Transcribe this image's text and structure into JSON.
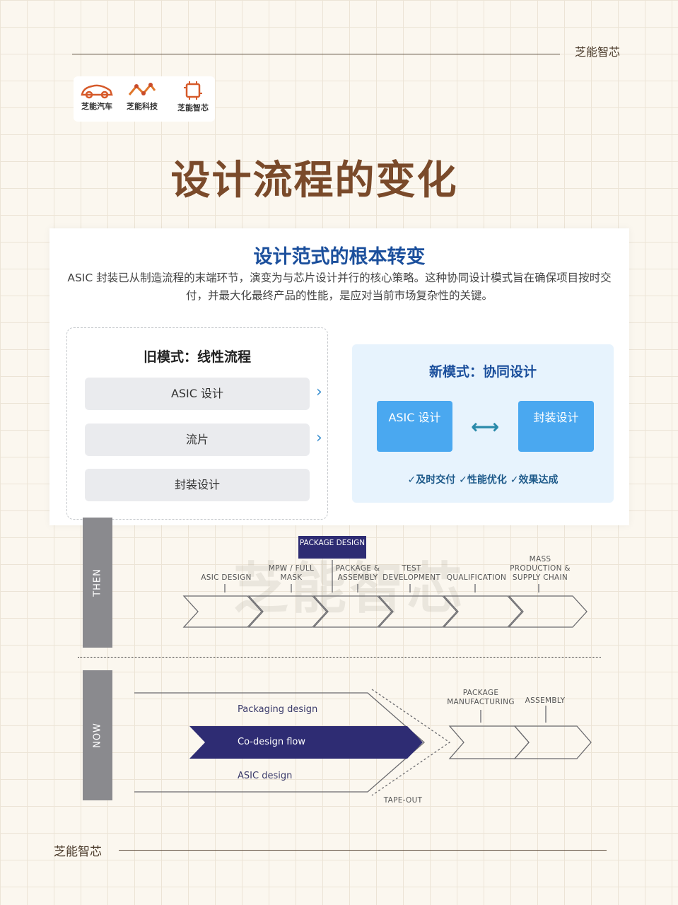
{
  "brand": {
    "top": "芝能智芯",
    "bottom": "芝能智芯"
  },
  "logos": [
    {
      "label": "芝能汽车"
    },
    {
      "label": "芝能科技"
    },
    {
      "label": "芝能智芯"
    }
  ],
  "page_title": "设计流程的变化",
  "card": {
    "title": "设计范式的根本转变",
    "description": "ASIC 封装已从制造流程的末端环节，演变为与芯片设计并行的核心策略。这种协同设计模式旨在确保项目按时交付，并最大化最终产品的性能，是应对当前市场复杂性的关键。",
    "old_model": {
      "title": "旧模式：线性流程",
      "steps": [
        "ASIC 设计",
        "流片",
        "封装设计"
      ],
      "chevron": "›"
    },
    "new_model": {
      "title": "新模式：协同设计",
      "left_box": "ASIC 设计",
      "right_box": "封装设计",
      "arrow": "⟷",
      "checks": "✓及时交付 ✓性能优化 ✓效果达成"
    }
  },
  "then_section": {
    "side_label": "THEN",
    "package_design": "PACKAGE DESIGN",
    "stages": [
      "ASIC DESIGN",
      "MPW / FULL MASK",
      "PACKAGE & ASSEMBLY",
      "TEST DEVELOPMENT",
      "QUALIFICATION",
      "MASS PRODUCTION & SUPPLY CHAIN"
    ]
  },
  "now_section": {
    "side_label": "NOW",
    "packaging_design": "Packaging design",
    "codesign": "Co-design flow",
    "asic_design": "ASIC design",
    "tape_out": "TAPE-OUT",
    "package_manufacturing": "PACKAGE MANUFACTURING",
    "assembly": "ASSEMBLY"
  },
  "watermark": "芝能智芯"
}
